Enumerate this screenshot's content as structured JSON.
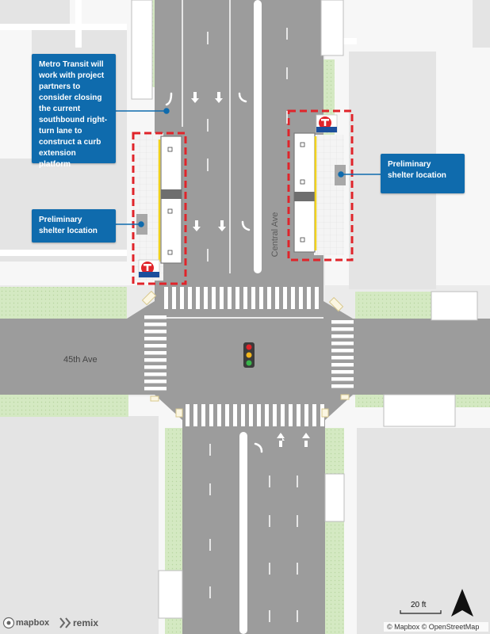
{
  "callouts": {
    "right_turn": "Metro Transit will work with project partners to consider closing the current southbound right-turn lane to construct a curb extension platform",
    "shelter_west": "Preliminary shelter location",
    "shelter_east": "Preliminary shelter location"
  },
  "streets": {
    "central": "Central Ave",
    "avenue_45": "45th Ave"
  },
  "scale": {
    "label": "20 ft"
  },
  "attribution": {
    "mapbox_logo": "mapbox",
    "remix_logo": "remix",
    "copyright": "© Mapbox © OpenStreetMap"
  },
  "icons": {
    "transit_logo": "metro-transit-t-icon",
    "north_arrow": "north-arrow-icon",
    "signal": "traffic-signal-icon"
  },
  "colors": {
    "water_blue": "#0f6bad",
    "platform_box": "#e0242a",
    "road": "#9c9c9c",
    "grass": "#d3e8c0"
  }
}
